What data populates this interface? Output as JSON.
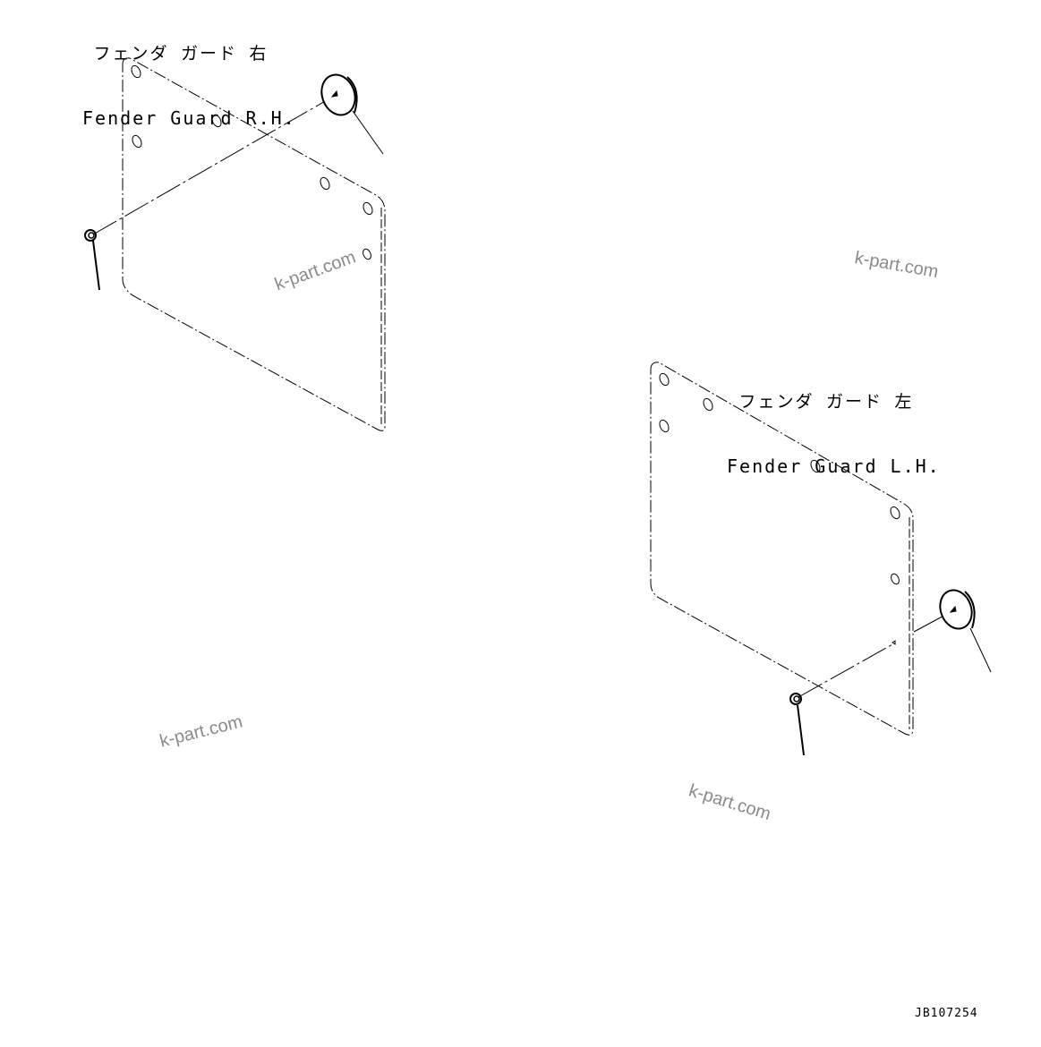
{
  "diagram": {
    "parts": [
      {
        "id": "rh",
        "label_jp": "フェンダ ガード 右",
        "label_en": "Fender Guard R.H."
      },
      {
        "id": "lh",
        "label_jp": "フェンダ ガード 左",
        "label_en": "Fender Guard L.H."
      }
    ],
    "watermarks": [
      "k-part.com",
      "k-part.com",
      "k-part.com",
      "k-part.com"
    ],
    "drawing_code": "JB107254",
    "colors": {
      "line": "#000000",
      "watermark": "#8a8a8a",
      "background": "#ffffff"
    }
  }
}
